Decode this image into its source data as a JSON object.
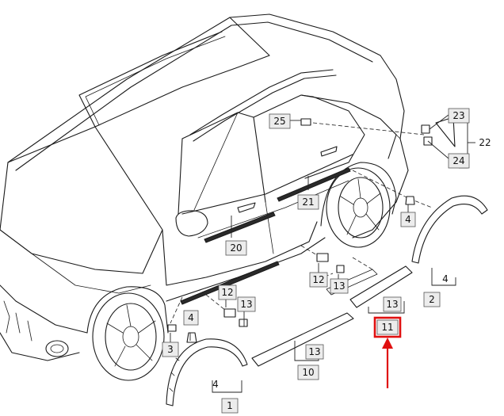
{
  "callouts": [
    {
      "id": "c1",
      "label": "1"
    },
    {
      "id": "c2",
      "label": "2"
    },
    {
      "id": "c3",
      "label": "3"
    },
    {
      "id": "c4a",
      "label": "4"
    },
    {
      "id": "c4b",
      "label": "4"
    },
    {
      "id": "c4c",
      "label": "4"
    },
    {
      "id": "c4d",
      "label": "4"
    },
    {
      "id": "c10",
      "label": "10"
    },
    {
      "id": "c11",
      "label": "11"
    },
    {
      "id": "c12a",
      "label": "12"
    },
    {
      "id": "c12b",
      "label": "12"
    },
    {
      "id": "c13a",
      "label": "13"
    },
    {
      "id": "c13b",
      "label": "13"
    },
    {
      "id": "c13c",
      "label": "13"
    },
    {
      "id": "c13d",
      "label": "13"
    },
    {
      "id": "c20",
      "label": "20"
    },
    {
      "id": "c21",
      "label": "21"
    },
    {
      "id": "c22",
      "label": "22"
    },
    {
      "id": "c23",
      "label": "23"
    },
    {
      "id": "c24",
      "label": "24"
    },
    {
      "id": "c25",
      "label": "25"
    }
  ],
  "highlight": {
    "label": "11",
    "color": "#e01010"
  }
}
